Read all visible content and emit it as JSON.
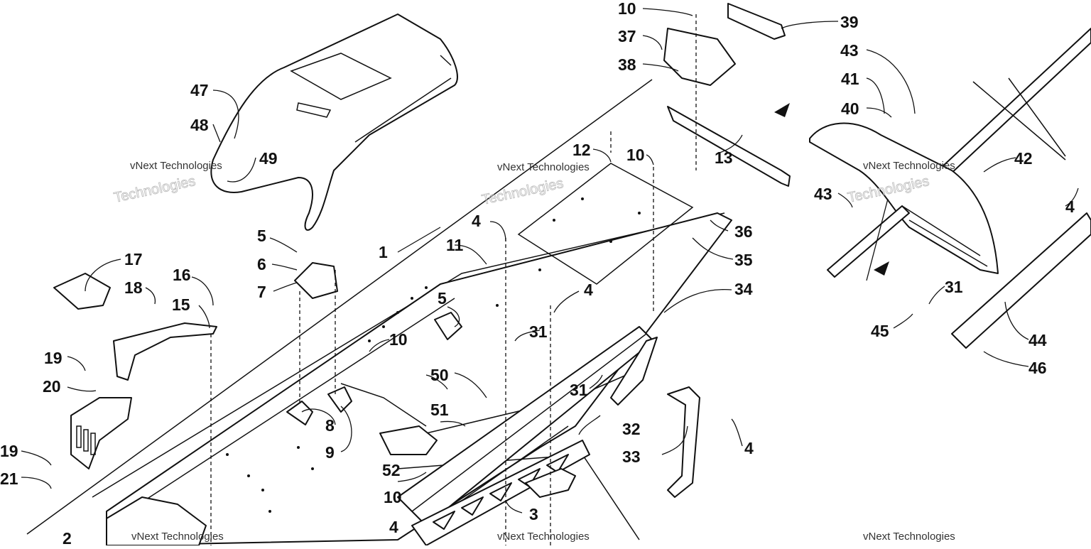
{
  "watermark": {
    "line1": "vNext Technologies",
    "line2": "Technologies"
  },
  "callouts": [
    {
      "id": "c1",
      "label": "1"
    },
    {
      "id": "c2",
      "label": "2"
    },
    {
      "id": "c3",
      "label": "3"
    },
    {
      "id": "c4a",
      "label": "4"
    },
    {
      "id": "c4b",
      "label": "4"
    },
    {
      "id": "c4c",
      "label": "4"
    },
    {
      "id": "c4d",
      "label": "4"
    },
    {
      "id": "c4e",
      "label": "4"
    },
    {
      "id": "c5a",
      "label": "5"
    },
    {
      "id": "c5b",
      "label": "5"
    },
    {
      "id": "c6",
      "label": "6"
    },
    {
      "id": "c7",
      "label": "7"
    },
    {
      "id": "c8",
      "label": "8"
    },
    {
      "id": "c9",
      "label": "9"
    },
    {
      "id": "c10a",
      "label": "10"
    },
    {
      "id": "c10b",
      "label": "10"
    },
    {
      "id": "c10c",
      "label": "10"
    },
    {
      "id": "c10d",
      "label": "10"
    },
    {
      "id": "c11",
      "label": "11"
    },
    {
      "id": "c12",
      "label": "12"
    },
    {
      "id": "c13",
      "label": "13"
    },
    {
      "id": "c15",
      "label": "15"
    },
    {
      "id": "c16",
      "label": "16"
    },
    {
      "id": "c17",
      "label": "17"
    },
    {
      "id": "c18",
      "label": "18"
    },
    {
      "id": "c19a",
      "label": "19"
    },
    {
      "id": "c19b",
      "label": "19"
    },
    {
      "id": "c20",
      "label": "20"
    },
    {
      "id": "c21",
      "label": "21"
    },
    {
      "id": "c31a",
      "label": "31"
    },
    {
      "id": "c31b",
      "label": "31"
    },
    {
      "id": "c31c",
      "label": "31"
    },
    {
      "id": "c32",
      "label": "32"
    },
    {
      "id": "c33",
      "label": "33"
    },
    {
      "id": "c34",
      "label": "34"
    },
    {
      "id": "c35",
      "label": "35"
    },
    {
      "id": "c36",
      "label": "36"
    },
    {
      "id": "c37",
      "label": "37"
    },
    {
      "id": "c38",
      "label": "38"
    },
    {
      "id": "c39",
      "label": "39"
    },
    {
      "id": "c40",
      "label": "40"
    },
    {
      "id": "c41",
      "label": "41"
    },
    {
      "id": "c42",
      "label": "42"
    },
    {
      "id": "c43a",
      "label": "43"
    },
    {
      "id": "c43b",
      "label": "43"
    },
    {
      "id": "c44",
      "label": "44"
    },
    {
      "id": "c45",
      "label": "45"
    },
    {
      "id": "c46",
      "label": "46"
    },
    {
      "id": "c47",
      "label": "47"
    },
    {
      "id": "c48",
      "label": "48"
    },
    {
      "id": "c49",
      "label": "49"
    },
    {
      "id": "c50",
      "label": "50"
    },
    {
      "id": "c51",
      "label": "51"
    },
    {
      "id": "c52",
      "label": "52"
    }
  ]
}
